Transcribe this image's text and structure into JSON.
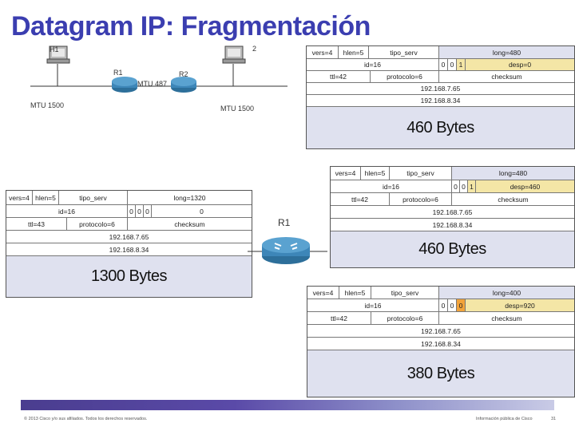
{
  "title": "Datagram IP: Fragmentación",
  "network": {
    "h1": "H1",
    "h2": "2",
    "r1": "R1",
    "r2": "R2",
    "mtu_left": "MTU 1500",
    "mtu_mid": "MTU 487",
    "mtu_right": "MTU 1500"
  },
  "original": {
    "row1": [
      "vers=4",
      "hlen=5",
      "tipo_serv",
      "long=1320"
    ],
    "row2": [
      "id=16",
      "0",
      "0",
      "0",
      "0"
    ],
    "row3": [
      "ttl=43",
      "protocolo=6",
      "checksum"
    ],
    "src": "192.168.7.65",
    "dst": "192.168.8.34",
    "data": "1300 Bytes"
  },
  "router_label": "R1",
  "frag_top": {
    "row1": [
      "vers=4",
      "hlen=5",
      "tipo_serv",
      "long=480"
    ],
    "row2": [
      "id=16",
      "0",
      "0",
      "1",
      "desp=0"
    ],
    "row3": [
      "ttl=42",
      "protocolo=6",
      "checksum"
    ],
    "src": "192.168.7.65",
    "dst": "192.168.8.34",
    "data": "460 Bytes"
  },
  "frag_mid": {
    "row1": [
      "vers=4",
      "hlen=5",
      "tipo_serv",
      "long=480"
    ],
    "row2": [
      "id=16",
      "0",
      "0",
      "1",
      "desp=460"
    ],
    "row3": [
      "ttl=42",
      "protocolo=6",
      "checksum"
    ],
    "src": "192.168.7.65",
    "dst": "192.168.8.34",
    "data": "460 Bytes"
  },
  "frag_bot": {
    "row1": [
      "vers=4",
      "hlen=5",
      "tipo_serv",
      "long=400"
    ],
    "row2": [
      "id=16",
      "0",
      "0",
      "0",
      "desp=920"
    ],
    "row3": [
      "ttl=42",
      "protocolo=6",
      "checksum"
    ],
    "src": "192.168.7.65",
    "dst": "192.168.8.34",
    "data": "380 Bytes"
  },
  "footer": {
    "copyright": "© 2013 Cisco y/o sus afiliados. Todos los derechos reservados.",
    "info": "Información pública de Cisco",
    "page": "31"
  },
  "colors": {
    "title": "#3b3eb0",
    "shade": "#dfe1ef",
    "highlight": "#f2a33a"
  }
}
